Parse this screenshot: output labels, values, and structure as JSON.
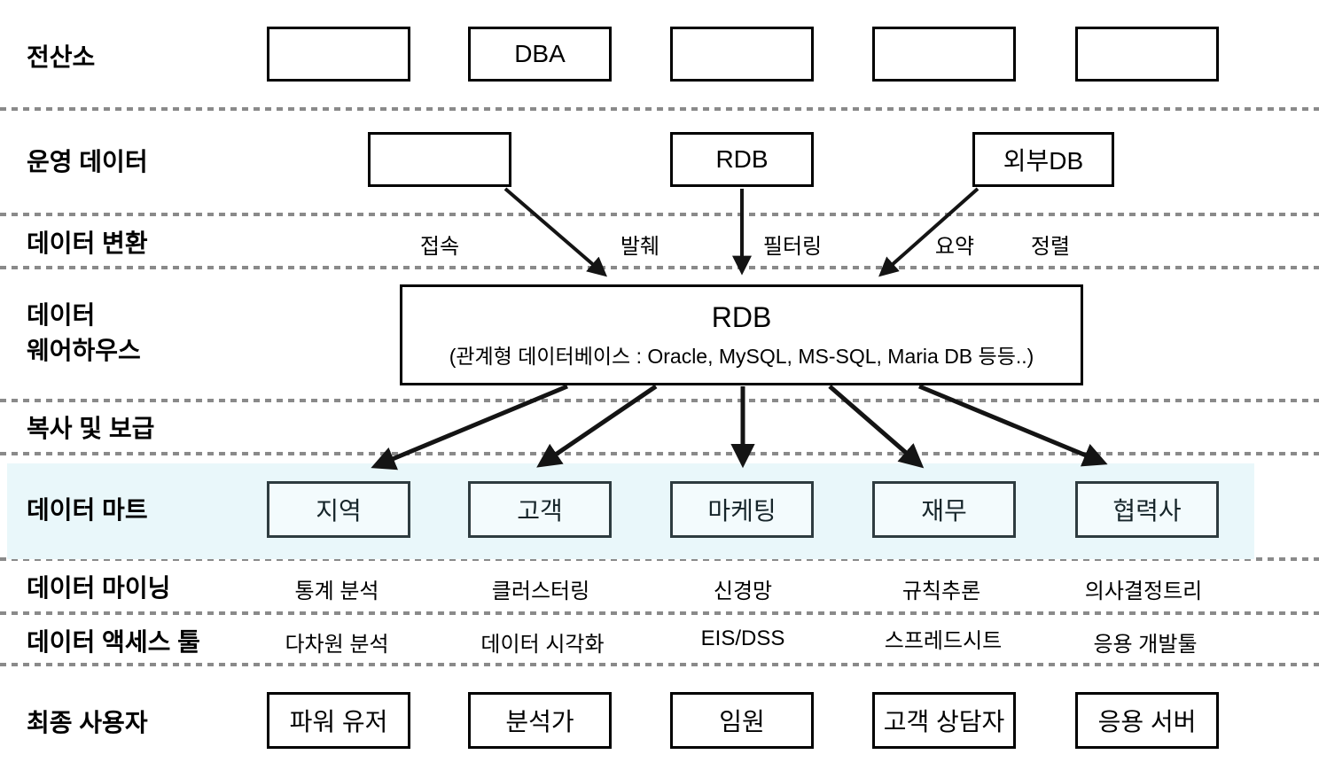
{
  "rows": {
    "computing_center": "전산소",
    "operational_data": "운영 데이터",
    "data_transform": "데이터 변환",
    "data_warehouse": "데이터\n웨어하우스",
    "copy_distribution": "복사 및 보급",
    "data_mart": "데이터 마트",
    "data_mining": "데이터 마이닝",
    "data_access_tools": "데이터 액세스 툴",
    "end_user": "최종 사용자"
  },
  "computing_center_boxes": [
    "",
    "DBA",
    "",
    "",
    ""
  ],
  "operational_boxes": [
    "",
    "RDB",
    "외부DB"
  ],
  "transform_labels": [
    "접속",
    "발췌",
    "필터링",
    "요약",
    "정렬"
  ],
  "warehouse": {
    "title": "RDB",
    "subtitle": "(관계형 데이터베이스 : Oracle, MySQL, MS-SQL, Maria DB 등등..)"
  },
  "data_marts": [
    "지역",
    "고객",
    "마케팅",
    "재무",
    "협력사"
  ],
  "mining_labels": [
    "통계 분석",
    "클러스터링",
    "신경망",
    "규칙추론",
    "의사결정트리"
  ],
  "access_labels": [
    "다차원 분석",
    "데이터 시각화",
    "EIS/DSS",
    "스프레드시트",
    "응용 개발툴"
  ],
  "end_users": [
    "파워 유저",
    "분석가",
    "임원",
    "고객 상담자",
    "응용 서버"
  ],
  "colors": {
    "mart_band": "#e9f7fa",
    "mart_border": "#2e3c40",
    "mart_fill": "#f3fbfd",
    "box_border": "#000000",
    "arrow": "#141414",
    "dash_line": "#8a8a8a"
  }
}
